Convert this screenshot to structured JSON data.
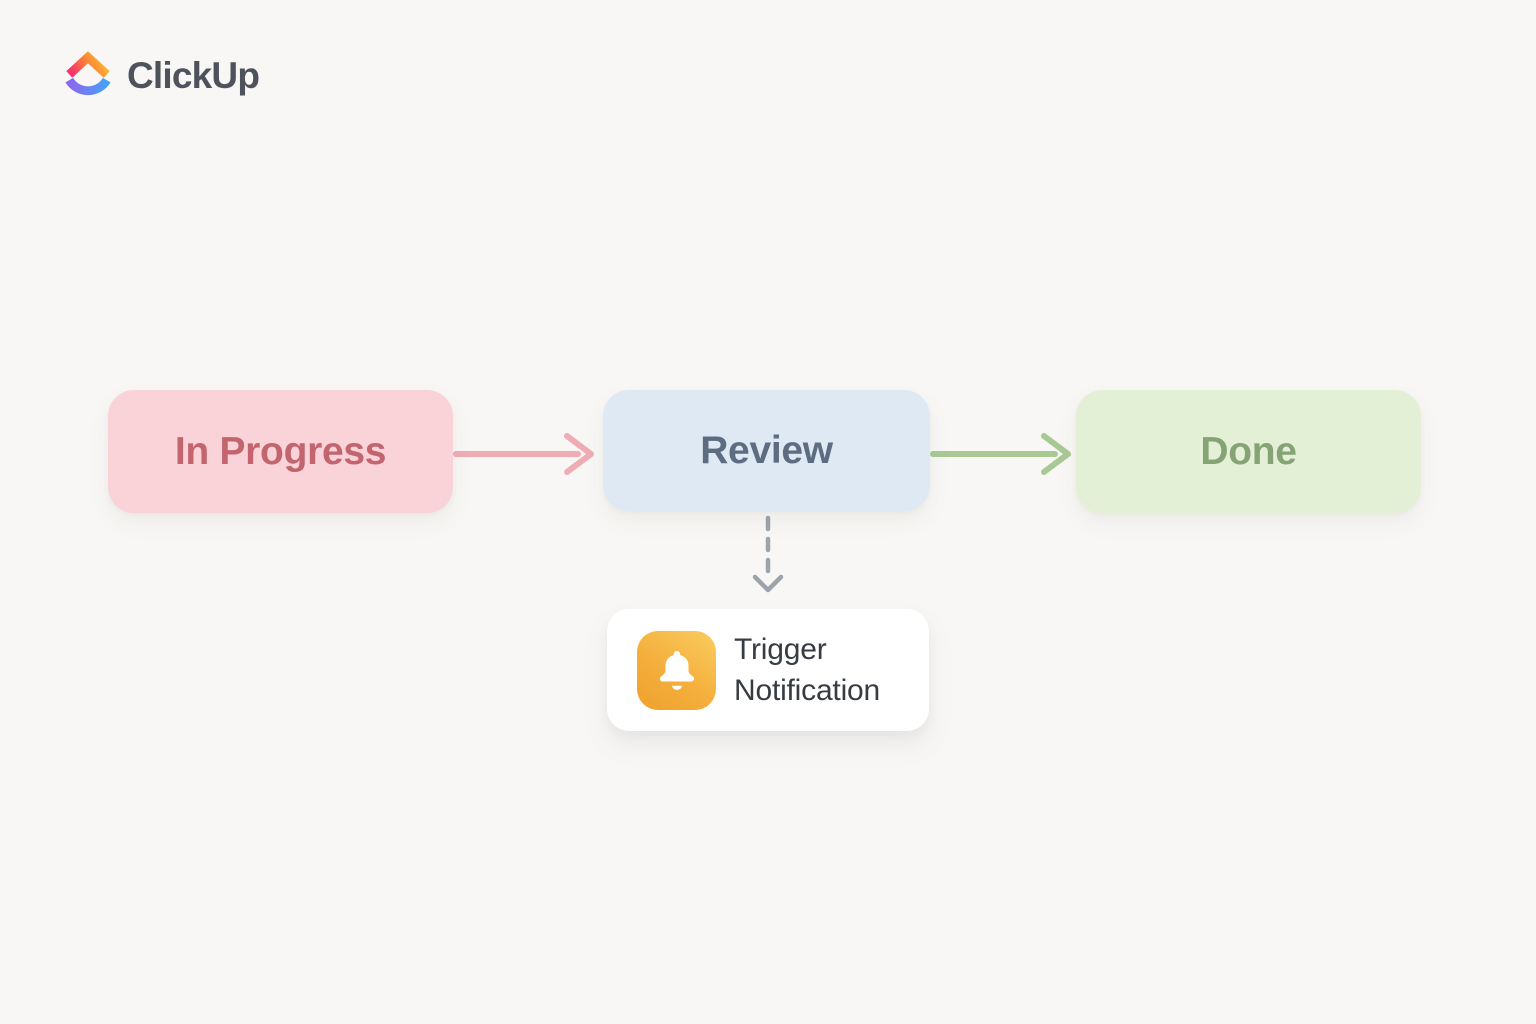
{
  "brand": {
    "name": "ClickUp",
    "logo_icon": "clickup-logo-icon",
    "logo_colors": {
      "chevron_gradient": [
        "#F8346A",
        "#FA7F38",
        "#FFBE2E"
      ],
      "arc_gradient": [
        "#8D66F0",
        "#47A1F5"
      ],
      "wordmark_color": "#4E525C"
    }
  },
  "colors": {
    "background": "#F8F7F5",
    "card_background": "#FFFFFF"
  },
  "flow": {
    "nodes": [
      {
        "id": "in-progress",
        "label": "In Progress",
        "bg": "#F9D3D8",
        "fg": "#C2656F"
      },
      {
        "id": "review",
        "label": "Review",
        "bg": "#DEE9F3",
        "fg": "#5D6C80"
      },
      {
        "id": "done",
        "label": "Done",
        "bg": "#E4F0D6",
        "fg": "#86A376"
      }
    ],
    "connectors": [
      {
        "from": "in-progress",
        "to": "review",
        "style": "solid",
        "direction": "right",
        "color": "#EFACB4"
      },
      {
        "from": "review",
        "to": "done",
        "style": "solid",
        "direction": "right",
        "color": "#A8C993"
      },
      {
        "from": "review",
        "to": "trigger-notification",
        "style": "dashed",
        "direction": "down",
        "color": "#9DA3AB"
      }
    ],
    "action_card": {
      "label": "Trigger Notification",
      "icon": "bell-icon",
      "icon_gradient": [
        "#FACD60",
        "#EFA12E"
      ],
      "icon_glyph_color": "#FFFFFF",
      "text_color": "#373C43"
    }
  }
}
